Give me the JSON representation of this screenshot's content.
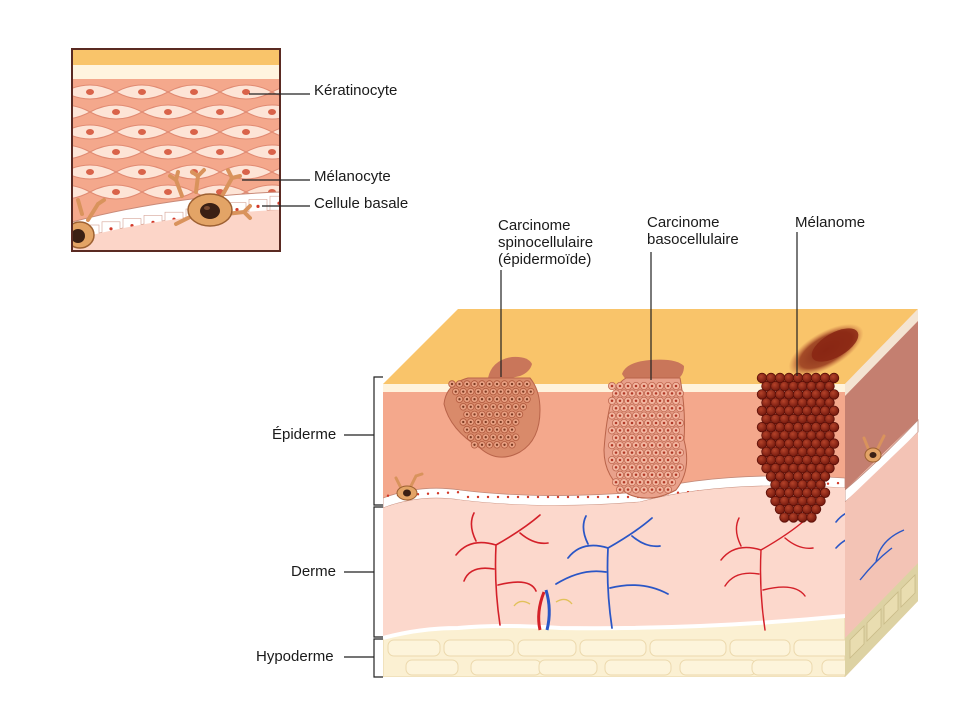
{
  "colors": {
    "stratum_corneum": "#f9c46a",
    "epidermis": "#f3a58a",
    "epidermis_light": "#fde1d2",
    "dermis": "#fcd9ce",
    "hypodermis": "#fbefd0",
    "artery": "#d42029",
    "vein": "#2a56c6",
    "tumor_scc": "#d98a6a",
    "tumor_bcc": "#e9a18b",
    "tumor_melanoma": "#8f2416",
    "line": "#222222"
  },
  "inset": {
    "labels": {
      "keratinocyte": "Kératinocyte",
      "melanocyte": "Mélanocyte",
      "basal_cell": "Cellule basale"
    }
  },
  "tumors": {
    "scc": [
      "Carcinome",
      "spinocellulaire",
      "(épidermoïde)"
    ],
    "bcc": [
      "Carcinome",
      "basocellulaire"
    ],
    "melanoma": [
      "Mélanome"
    ]
  },
  "layers": {
    "epidermis": "Épiderme",
    "dermis": "Derme",
    "hypodermis": "Hypoderme"
  }
}
